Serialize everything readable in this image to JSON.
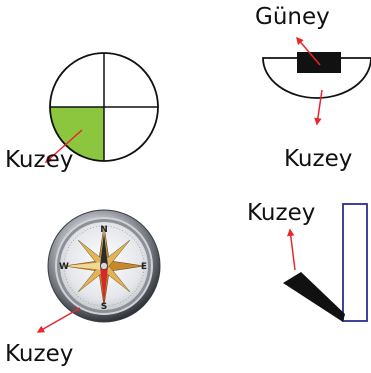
{
  "labels": {
    "circle_label": "Kuzey",
    "semicircle_top_label": "Güney",
    "semicircle_bottom_label": "Kuzey",
    "compass_label": "Kuzey",
    "stick_label": "Kuzey"
  },
  "compass_letters": {
    "n": "N",
    "s": "S",
    "e": "E",
    "w": "W"
  },
  "colors": {
    "arrow": "#e8262c",
    "green_fill": "#8cc63f",
    "line": "#111111",
    "rect_border": "#2b2f8f",
    "shadow": "#111111"
  }
}
